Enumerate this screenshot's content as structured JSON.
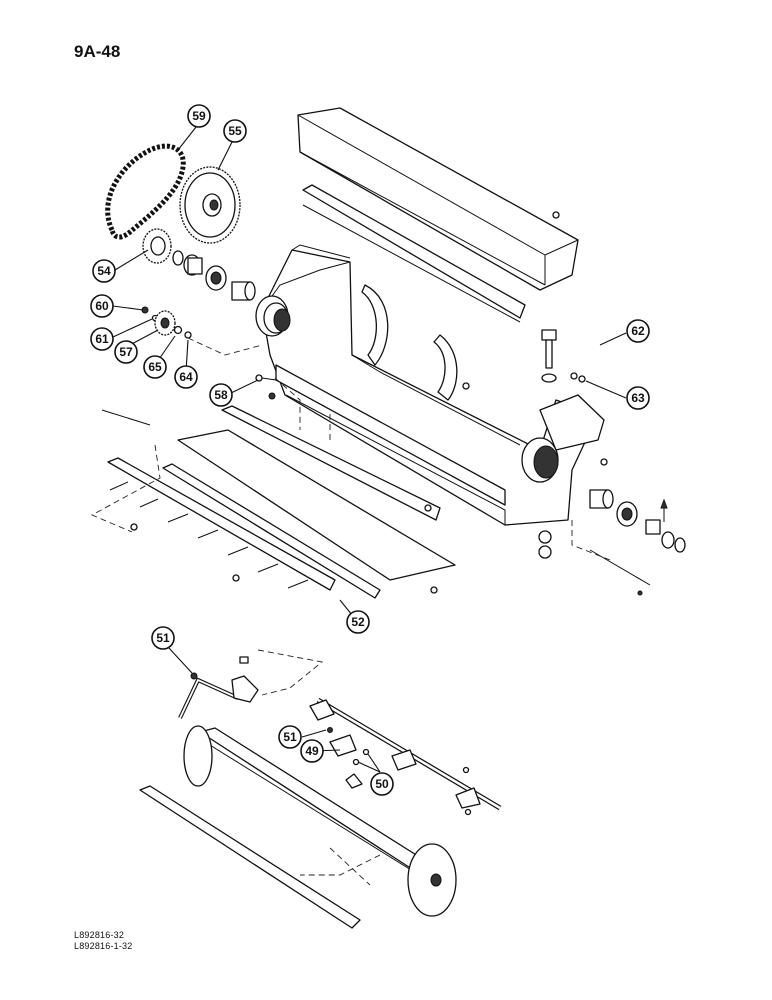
{
  "page": {
    "number": "9A-48",
    "codes": [
      "L892816-32",
      "L892816-1-32"
    ]
  },
  "callouts": [
    {
      "id": "59",
      "label": "59"
    },
    {
      "id": "55",
      "label": "55"
    },
    {
      "id": "54",
      "label": "54"
    },
    {
      "id": "60",
      "label": "60"
    },
    {
      "id": "61",
      "label": "61"
    },
    {
      "id": "57",
      "label": "57"
    },
    {
      "id": "65",
      "label": "65"
    },
    {
      "id": "64",
      "label": "64"
    },
    {
      "id": "58",
      "label": "58"
    },
    {
      "id": "62",
      "label": "62"
    },
    {
      "id": "63",
      "label": "63"
    },
    {
      "id": "52",
      "label": "52"
    },
    {
      "id": "51a",
      "label": "51"
    },
    {
      "id": "51b",
      "label": "51"
    },
    {
      "id": "49",
      "label": "49"
    },
    {
      "id": "50",
      "label": "50"
    }
  ]
}
